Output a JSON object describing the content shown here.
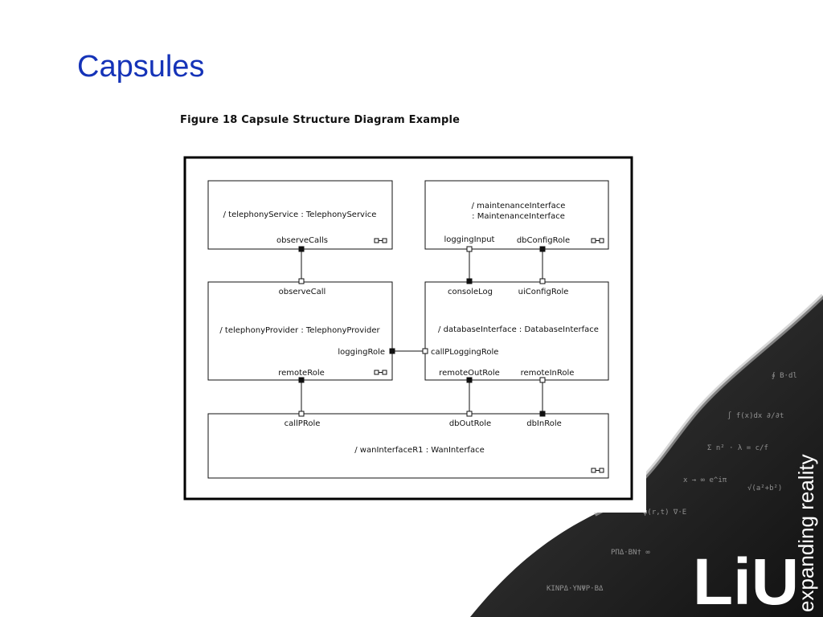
{
  "slide": {
    "title": "Capsules",
    "title_color": "#1533b8"
  },
  "figure": {
    "caption": "Figure 18 Capsule Structure Diagram Example"
  },
  "capsules": {
    "telephony_service": {
      "label": "/ telephonyService : TelephonyService"
    },
    "maintenance_interface": {
      "label_line1": "/ maintenanceInterface",
      "label_line2": ": MaintenanceInterface"
    },
    "telephony_provider": {
      "label": "/ telephonyProvider : TelephonyProvider"
    },
    "database_interface": {
      "label": "/ databaseInterface : DatabaseInterface"
    },
    "wan_interface": {
      "label": "/ wanInterfaceR1 : WanInterface"
    }
  },
  "ports": {
    "observe_calls": "observeCalls",
    "logging_input": "loggingInput",
    "db_config_role": "dbConfigRole",
    "observe_call": "observeCall",
    "console_log": "consoleLog",
    "ui_config_role": "uiConfigRole",
    "logging_role": "loggingRole",
    "call_p_logging_role": "callPLoggingRole",
    "remote_role": "remoteRole",
    "remote_out_role": "remoteOutRole",
    "remote_in_role": "remoteInRole",
    "call_p_role": "callPRole",
    "db_out_role": "dbOutRole",
    "db_in_role": "dbInRole"
  },
  "branding": {
    "logo": "LiU",
    "tagline": "expanding reality"
  },
  "icons": {
    "capsule_marker": "capsule-structure-icon",
    "port_filled": "filled-port-square",
    "port_hollow": "hollow-port-square"
  }
}
